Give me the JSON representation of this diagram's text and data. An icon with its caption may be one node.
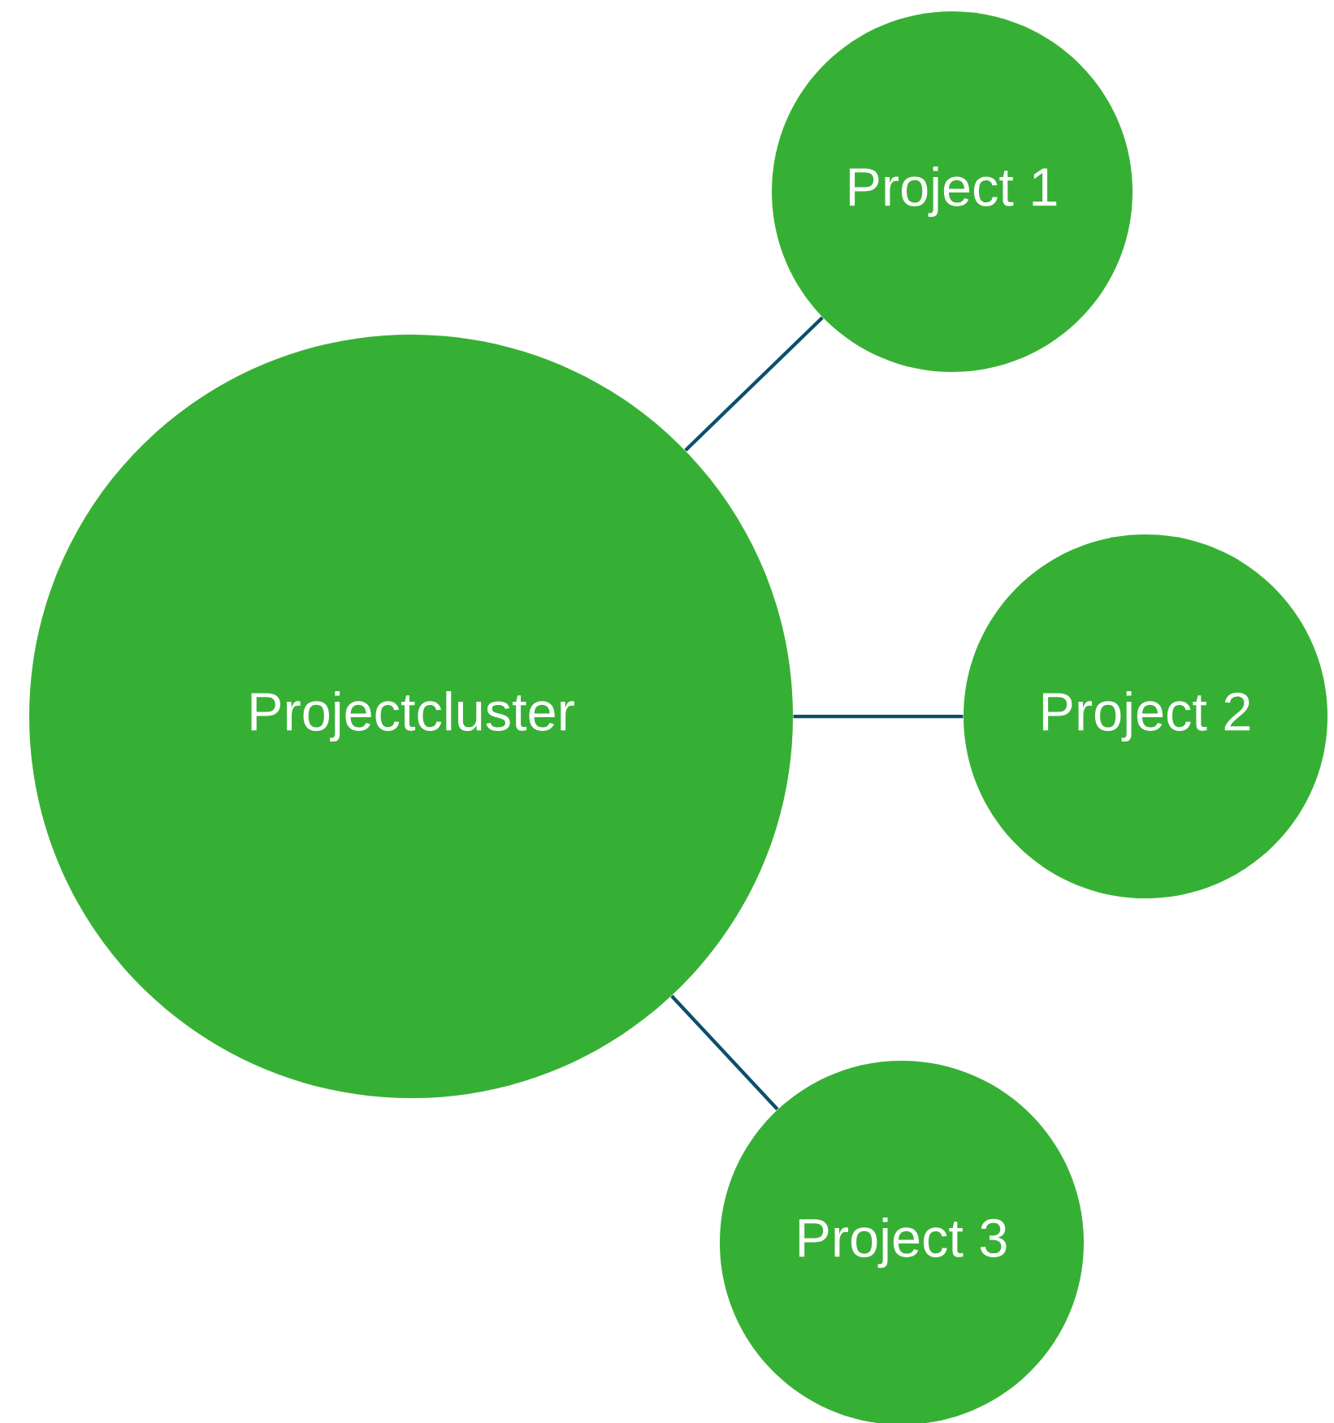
{
  "diagram": {
    "nodes": [
      {
        "text": [
          "Projectcluster"
        ]
      },
      {
        "text": [
          "Project 1"
        ]
      },
      {
        "text": [
          "Project 2"
        ]
      },
      {
        "text": [
          "Project 3"
        ]
      }
    ],
    "edges": [
      {
        "from": 0,
        "to": 1,
        "arrow": "none"
      },
      {
        "from": 0,
        "to": 2,
        "arrow": "none"
      },
      {
        "from": 0,
        "to": 3,
        "arrow": "none"
      }
    ]
  }
}
